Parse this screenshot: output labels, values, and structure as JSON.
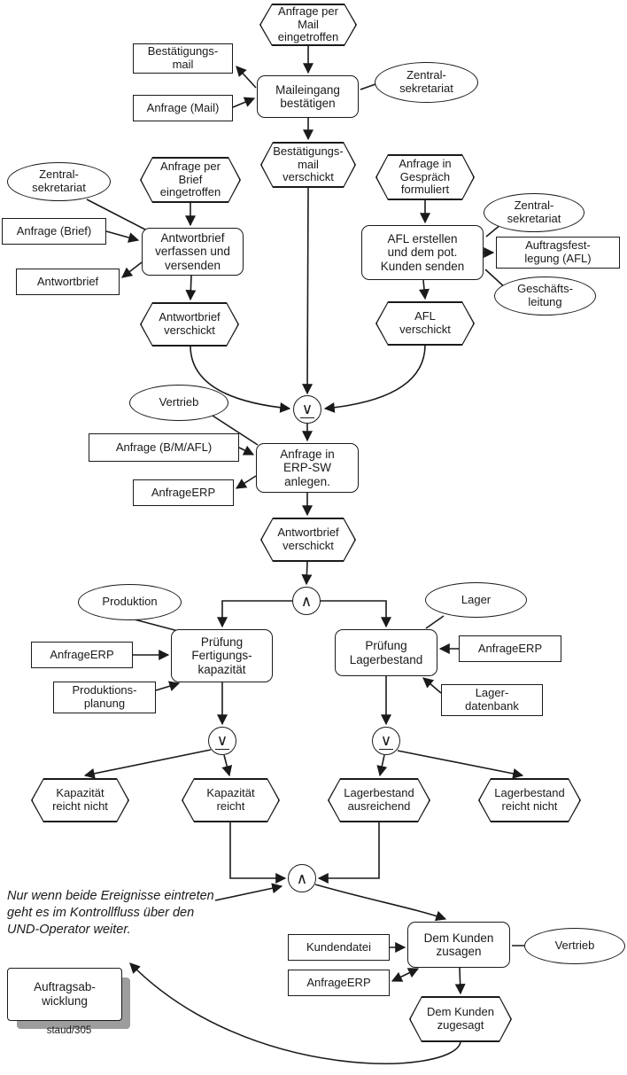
{
  "diagram": {
    "events": {
      "anfrage_mail": "Anfrage per\nMail\neingetroffen",
      "bestaetigungsmail_verschickt": "Bestätigungs-\nmail\nverschickt",
      "anfrage_brief": "Anfrage per\nBrief\neingetroffen",
      "antwortbrief_verschickt_1": "Antwortbrief\nverschickt",
      "anfrage_gespraech": "Anfrage in\nGespräch\nformuliert",
      "afl_verschickt": "AFL\nverschickt",
      "antwortbrief_verschickt_2": "Antwortbrief\nverschickt",
      "kapazitaet_reicht_nicht": "Kapazität\nreicht nicht",
      "kapazitaet_reicht": "Kapazität\nreicht",
      "lagerbestand_ausreichend": "Lagerbestand\nausreichend",
      "lagerbestand_reicht_nicht": "Lagerbestand\nreicht nicht",
      "dem_kunden_zugesagt": "Dem Kunden\nzugesagt"
    },
    "functions": {
      "maileingang_bestaetigen": "Maileingang\nbestätigen",
      "antwortbrief_verfassen": "Antwortbrief\nverfassen und\nversenden",
      "afl_erstellen": "AFL erstellen\nund dem pot.\nKunden senden",
      "anfrage_erp_anlegen": "Anfrage in\nERP-SW\nanlegen.",
      "pruefung_fertigungskapazitaet": "Prüfung\nFertigungs-\nkapazität",
      "pruefung_lagerbestand": "Prüfung\nLagerbestand",
      "dem_kunden_zusagen": "Dem Kunden\nzusagen"
    },
    "data_objects": {
      "bestaetigungsmail": "Bestätigungs-\nmail",
      "anfrage_mail": "Anfrage (Mail)",
      "anfrage_brief": "Anfrage (Brief)",
      "antwortbrief": "Antwortbrief",
      "auftragsfestlegung": "Auftragsfest-\nlegung (AFL)",
      "anfrage_bmafl": "Anfrage (B/M/AFL)",
      "anfrage_erp_1": "AnfrageERP",
      "anfrage_erp_2": "AnfrageERP",
      "anfrage_erp_3": "AnfrageERP",
      "produktionsplanung": "Produktions-\nplanung",
      "lagerdatenbank": "Lager-\ndatenbank",
      "kundendatei": "Kundendatei",
      "anfrage_erp_4": "AnfrageERP"
    },
    "org_units": {
      "zentralsekretariat_1": "Zentral-\nsekretariat",
      "zentralsekretariat_2": "Zentral-\nsekretariat",
      "zentralsekretariat_3": "Zentral-\nsekretariat",
      "geschaeftsleitung": "Geschäfts-\nleitung",
      "vertrieb_1": "Vertrieb",
      "produktion": "Produktion",
      "lager": "Lager",
      "vertrieb_2": "Vertrieb"
    },
    "operators": {
      "xor_1": "∨",
      "and_1": "∧",
      "xor_2": "∨",
      "xor_3": "∨",
      "and_2": "∧"
    },
    "process_interface": "Auftragsab-\nwicklung",
    "annotation": "Nur wenn beide Ereignisse eintreten\ngeht es im Kontrollfluss über den\nUND-Operator weiter.",
    "caption": "staud/305",
    "colors": {
      "stroke": "#1a1a1a",
      "shadow": "#9d9d9d",
      "background": "#ffffff"
    }
  }
}
